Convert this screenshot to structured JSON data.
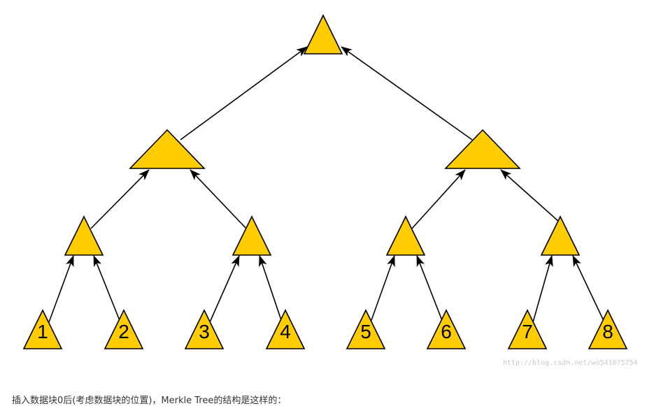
{
  "tree": {
    "leaf_labels": [
      "1",
      "2",
      "3",
      "4",
      "5",
      "6",
      "7",
      "8"
    ],
    "node_color": "#ffcc00",
    "edge_color": "#000000"
  },
  "watermark": "http://blog.csdn.net/wo541075754",
  "caption": "插入数据块0后(考虑数据块的位置)，Merkle Tree的结构是这样的："
}
